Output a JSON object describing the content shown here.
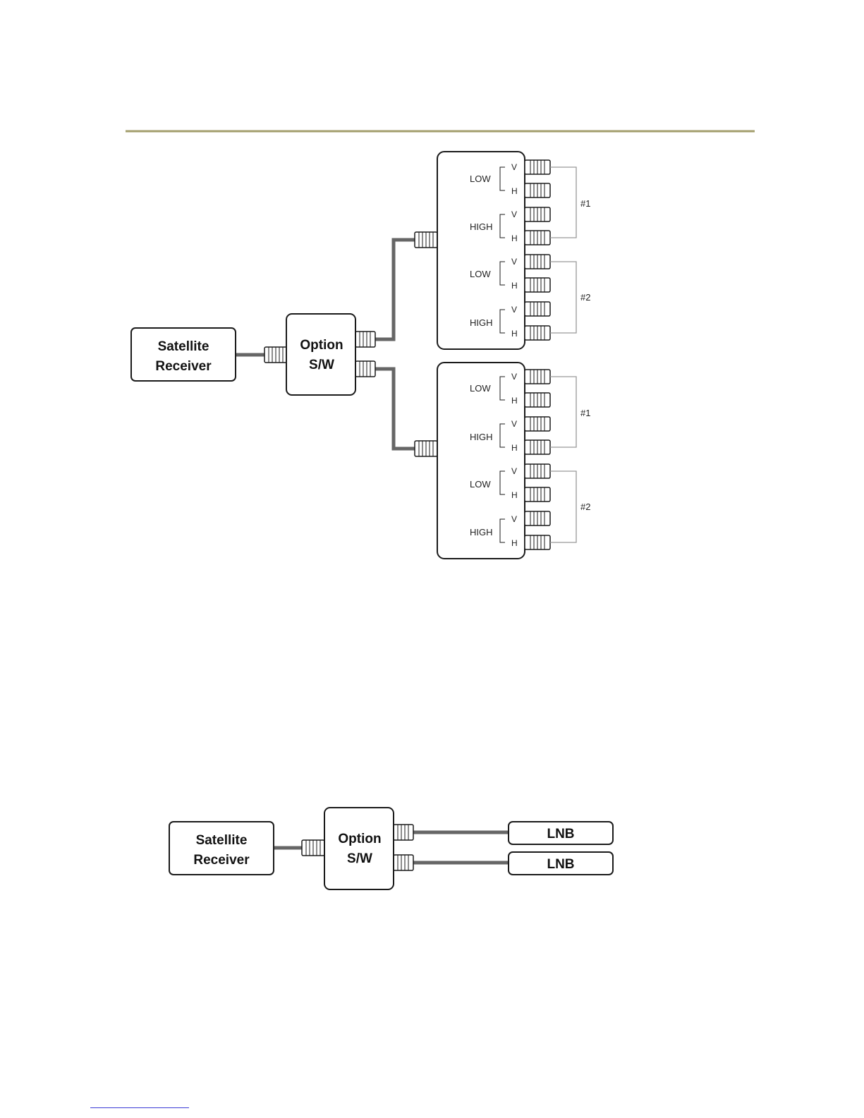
{
  "colors": {
    "divider": "#a39e6c",
    "cable": "#666666",
    "outline": "#1a1a1a",
    "bracket": "#999999",
    "link": "#3b3bd6"
  },
  "diagram1": {
    "receiver": {
      "line1": "Satellite",
      "line2": "Receiver"
    },
    "switch": {
      "line1": "Option",
      "line2": "S/W"
    },
    "lnb_units": [
      {
        "rows": [
          {
            "band": "LOW",
            "pols": [
              "V",
              "H"
            ]
          },
          {
            "band": "HIGH",
            "pols": [
              "V",
              "H"
            ]
          },
          {
            "band": "LOW",
            "pols": [
              "V",
              "H"
            ]
          },
          {
            "band": "HIGH",
            "pols": [
              "V",
              "H"
            ]
          }
        ],
        "groups": [
          "#1",
          "#2"
        ]
      },
      {
        "rows": [
          {
            "band": "LOW",
            "pols": [
              "V",
              "H"
            ]
          },
          {
            "band": "HIGH",
            "pols": [
              "V",
              "H"
            ]
          },
          {
            "band": "LOW",
            "pols": [
              "V",
              "H"
            ]
          },
          {
            "band": "HIGH",
            "pols": [
              "V",
              "H"
            ]
          }
        ],
        "groups": [
          "#1",
          "#2"
        ]
      }
    ]
  },
  "diagram2": {
    "receiver": {
      "line1": "Satellite",
      "line2": "Receiver"
    },
    "switch": {
      "line1": "Option",
      "line2": "S/W"
    },
    "lnbs": [
      "LNB",
      "LNB"
    ]
  }
}
